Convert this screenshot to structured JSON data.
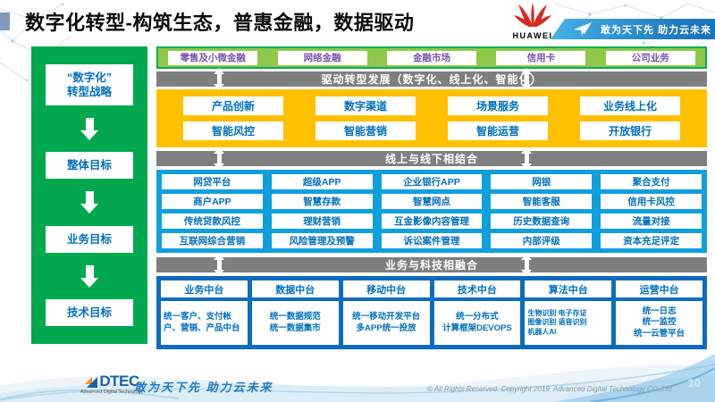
{
  "header": {
    "title": "数字化转型-构筑生态，普惠金融，数据驱动",
    "huawei_wordmark": "HUAWEI",
    "ribbon_slogan": "敢为天下先 助力云未来"
  },
  "sidebar": {
    "items": [
      "“数字化”\n转型战略",
      "整体目标",
      "业务目标",
      "技术目标"
    ]
  },
  "business_lines": [
    "零售及小微金融",
    "网络金融",
    "金融市场",
    "信用卡",
    "公司业务"
  ],
  "banners": {
    "drive": "驱动转型发展（数字化、线上化、智能化）",
    "online_offline": "线上与线下相结合",
    "tech_fusion": "业务与科技相融合"
  },
  "transformation": {
    "row1": [
      "产品创新",
      "数字渠道",
      "场景服务",
      "业务线上化"
    ],
    "row2": [
      "智能风控",
      "智能营销",
      "智能运营",
      "开放银行"
    ]
  },
  "capabilities": {
    "row1": [
      "网贷平台",
      "超级APP",
      "企业银行APP",
      "网银",
      "聚合支付"
    ],
    "row2": [
      "商户APP",
      "智慧存款",
      "智慧网点",
      "智能客服",
      "信用卡风控"
    ],
    "row3": [
      "传统贷款风控",
      "理财营销",
      "互金影像内容管理",
      "历史数据查询",
      "流量对接"
    ],
    "row4": [
      "互联网综合营销",
      "风险管理及预警",
      "诉讼案件管理",
      "内部评级",
      "资本充足评定"
    ]
  },
  "platforms": [
    {
      "title": "业务中台",
      "detail": "统一客户、支付帐户、营销、产品中台"
    },
    {
      "title": "数据中台",
      "detail": "统一数据规范\n统一数据集市"
    },
    {
      "title": "移动中台",
      "detail": "统一移动开发平台\n多APP统一投放"
    },
    {
      "title": "技术中台",
      "detail": "统一分布式\n计算框架DEVOPS"
    },
    {
      "title": "算法中台",
      "detail": "生物识别 电子存证\n图像识别 语音识别\n机器人AI"
    },
    {
      "title": "运营中台",
      "detail": "统一日志\n统一监控\n统一云管平台"
    }
  ],
  "footer": {
    "dtec_wordmark": "DTEC",
    "dtec_subtitle": "Advanced Digital Technology",
    "slogan": "敢为天下先  助力云未来",
    "copyright": "© All Rights Reserved. Copyright 2019, Advanced Digital Technology CO.,Ltd",
    "page_number": "10"
  },
  "colors": {
    "sidebar_green": "#00A84E",
    "band_light_green": "#8FC848",
    "banner_gray": "#7F7F7F",
    "yellow": "#FFC000",
    "blue_mid": "#0FA0DC",
    "blue_dark": "#0D6CBE",
    "box_text_blue": "#0070C0",
    "purple_text": "#7B52AE",
    "huawei_red": "#D52B1E"
  }
}
